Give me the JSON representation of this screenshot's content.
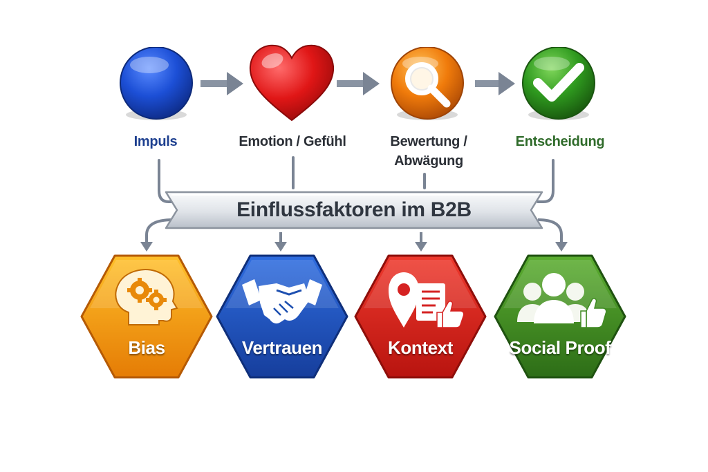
{
  "steps": [
    {
      "label": "Impuls",
      "color": "#1d3f8f",
      "icon": "blue-circle-icon"
    },
    {
      "label": "Emotion / Gefühl",
      "color": "#2b2f36",
      "icon": "heart-icon"
    },
    {
      "label_line1": "Bewertung /",
      "label_line2": "Abwägung",
      "color": "#2b2f36",
      "icon": "magnifier-icon"
    },
    {
      "label": "Entscheidung",
      "color": "#2f6b2a",
      "icon": "checkmark-icon"
    }
  ],
  "banner": {
    "label": "Einflussfaktoren im B2B"
  },
  "factors": [
    {
      "label": "Bias",
      "color": "#f29a0c",
      "icon": "brain-gears-icon"
    },
    {
      "label": "Vertrauen",
      "color": "#1d4fb0",
      "icon": "handshake-icon"
    },
    {
      "label": "Kontext",
      "color": "#d52222",
      "icon": "location-document-icon"
    },
    {
      "label": "Social Proof",
      "color": "#3f8a22",
      "icon": "people-thumbs-up-icon"
    }
  ]
}
